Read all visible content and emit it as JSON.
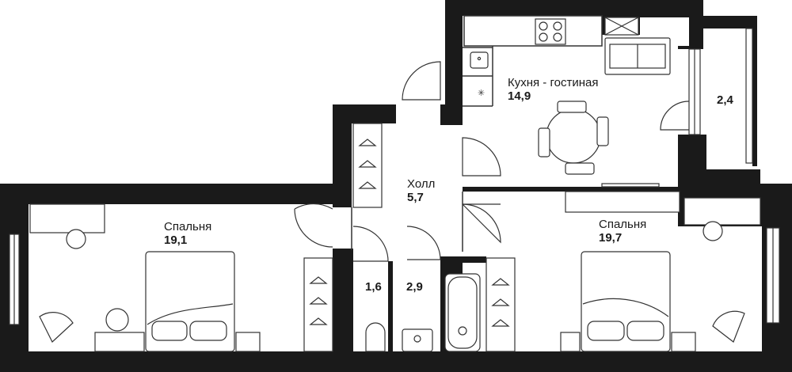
{
  "rooms": {
    "kitchen": {
      "name": "Кухня - гостиная",
      "area": "14,9"
    },
    "balcony": {
      "area": "2,4"
    },
    "hall": {
      "name": "Холл",
      "area": "5,7"
    },
    "bedroom_left": {
      "name": "Спальня",
      "area": "19,1"
    },
    "bedroom_right": {
      "name": "Спальня",
      "area": "19,7"
    },
    "wc": {
      "area": "1,6"
    },
    "bathroom": {
      "area": "2,9"
    }
  },
  "colors": {
    "wall": "#1a1a1a",
    "line": "#333333",
    "background": "#ffffff"
  }
}
